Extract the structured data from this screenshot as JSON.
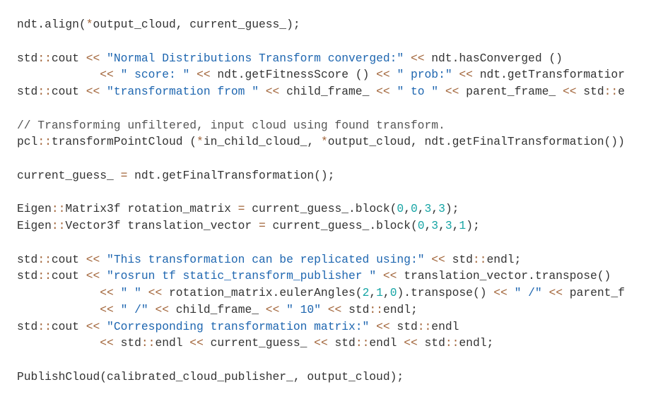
{
  "colors": {
    "background": "#ffffff",
    "plain": "#333333",
    "operator": "#a2653a",
    "string": "#1e66b0",
    "number": "#17a5a5",
    "comment": "#555555"
  },
  "code": {
    "lines": [
      [
        {
          "t": "plain",
          "v": "ndt.align("
        },
        {
          "t": "op",
          "v": "*"
        },
        {
          "t": "plain",
          "v": "output_cloud, current_guess_);"
        }
      ],
      [],
      [
        {
          "t": "plain",
          "v": "std"
        },
        {
          "t": "op",
          "v": "::"
        },
        {
          "t": "plain",
          "v": "cout "
        },
        {
          "t": "op",
          "v": "<<"
        },
        {
          "t": "plain",
          "v": " "
        },
        {
          "t": "str",
          "v": "\"Normal Distributions Transform converged:\""
        },
        {
          "t": "plain",
          "v": " "
        },
        {
          "t": "op",
          "v": "<<"
        },
        {
          "t": "plain",
          "v": " ndt.hasConverged ()"
        }
      ],
      [
        {
          "t": "plain",
          "v": "            "
        },
        {
          "t": "op",
          "v": "<<"
        },
        {
          "t": "plain",
          "v": " "
        },
        {
          "t": "str",
          "v": "\" score: \""
        },
        {
          "t": "plain",
          "v": " "
        },
        {
          "t": "op",
          "v": "<<"
        },
        {
          "t": "plain",
          "v": " ndt.getFitnessScore () "
        },
        {
          "t": "op",
          "v": "<<"
        },
        {
          "t": "plain",
          "v": " "
        },
        {
          "t": "str",
          "v": "\" prob:\""
        },
        {
          "t": "plain",
          "v": " "
        },
        {
          "t": "op",
          "v": "<<"
        },
        {
          "t": "plain",
          "v": " ndt.getTransformatior"
        }
      ],
      [
        {
          "t": "plain",
          "v": "std"
        },
        {
          "t": "op",
          "v": "::"
        },
        {
          "t": "plain",
          "v": "cout "
        },
        {
          "t": "op",
          "v": "<<"
        },
        {
          "t": "plain",
          "v": " "
        },
        {
          "t": "str",
          "v": "\"transformation from \""
        },
        {
          "t": "plain",
          "v": " "
        },
        {
          "t": "op",
          "v": "<<"
        },
        {
          "t": "plain",
          "v": " child_frame_ "
        },
        {
          "t": "op",
          "v": "<<"
        },
        {
          "t": "plain",
          "v": " "
        },
        {
          "t": "str",
          "v": "\" to \""
        },
        {
          "t": "plain",
          "v": " "
        },
        {
          "t": "op",
          "v": "<<"
        },
        {
          "t": "plain",
          "v": " parent_frame_ "
        },
        {
          "t": "op",
          "v": "<<"
        },
        {
          "t": "plain",
          "v": " std"
        },
        {
          "t": "op",
          "v": "::"
        },
        {
          "t": "plain",
          "v": "e"
        }
      ],
      [],
      [
        {
          "t": "cmt",
          "v": "// Transforming unfiltered, input cloud using found transform."
        }
      ],
      [
        {
          "t": "plain",
          "v": "pcl"
        },
        {
          "t": "op",
          "v": "::"
        },
        {
          "t": "plain",
          "v": "transformPointCloud ("
        },
        {
          "t": "op",
          "v": "*"
        },
        {
          "t": "plain",
          "v": "in_child_cloud_, "
        },
        {
          "t": "op",
          "v": "*"
        },
        {
          "t": "plain",
          "v": "output_cloud, ndt.getFinalTransformation())"
        }
      ],
      [],
      [
        {
          "t": "plain",
          "v": "current_guess_ "
        },
        {
          "t": "op",
          "v": "="
        },
        {
          "t": "plain",
          "v": " ndt.getFinalTransformation();"
        }
      ],
      [],
      [
        {
          "t": "plain",
          "v": "Eigen"
        },
        {
          "t": "op",
          "v": "::"
        },
        {
          "t": "plain",
          "v": "Matrix3f rotation_matrix "
        },
        {
          "t": "op",
          "v": "="
        },
        {
          "t": "plain",
          "v": " current_guess_.block("
        },
        {
          "t": "num",
          "v": "0"
        },
        {
          "t": "plain",
          "v": ","
        },
        {
          "t": "num",
          "v": "0"
        },
        {
          "t": "plain",
          "v": ","
        },
        {
          "t": "num",
          "v": "3"
        },
        {
          "t": "plain",
          "v": ","
        },
        {
          "t": "num",
          "v": "3"
        },
        {
          "t": "plain",
          "v": ");"
        }
      ],
      [
        {
          "t": "plain",
          "v": "Eigen"
        },
        {
          "t": "op",
          "v": "::"
        },
        {
          "t": "plain",
          "v": "Vector3f translation_vector "
        },
        {
          "t": "op",
          "v": "="
        },
        {
          "t": "plain",
          "v": " current_guess_.block("
        },
        {
          "t": "num",
          "v": "0"
        },
        {
          "t": "plain",
          "v": ","
        },
        {
          "t": "num",
          "v": "3"
        },
        {
          "t": "plain",
          "v": ","
        },
        {
          "t": "num",
          "v": "3"
        },
        {
          "t": "plain",
          "v": ","
        },
        {
          "t": "num",
          "v": "1"
        },
        {
          "t": "plain",
          "v": ");"
        }
      ],
      [],
      [
        {
          "t": "plain",
          "v": "std"
        },
        {
          "t": "op",
          "v": "::"
        },
        {
          "t": "plain",
          "v": "cout "
        },
        {
          "t": "op",
          "v": "<<"
        },
        {
          "t": "plain",
          "v": " "
        },
        {
          "t": "str",
          "v": "\"This transformation can be replicated using:\""
        },
        {
          "t": "plain",
          "v": " "
        },
        {
          "t": "op",
          "v": "<<"
        },
        {
          "t": "plain",
          "v": " std"
        },
        {
          "t": "op",
          "v": "::"
        },
        {
          "t": "plain",
          "v": "endl;"
        }
      ],
      [
        {
          "t": "plain",
          "v": "std"
        },
        {
          "t": "op",
          "v": "::"
        },
        {
          "t": "plain",
          "v": "cout "
        },
        {
          "t": "op",
          "v": "<<"
        },
        {
          "t": "plain",
          "v": " "
        },
        {
          "t": "str",
          "v": "\"rosrun tf static_transform_publisher \""
        },
        {
          "t": "plain",
          "v": " "
        },
        {
          "t": "op",
          "v": "<<"
        },
        {
          "t": "plain",
          "v": " translation_vector.transpose()"
        }
      ],
      [
        {
          "t": "plain",
          "v": "            "
        },
        {
          "t": "op",
          "v": "<<"
        },
        {
          "t": "plain",
          "v": " "
        },
        {
          "t": "str",
          "v": "\" \""
        },
        {
          "t": "plain",
          "v": " "
        },
        {
          "t": "op",
          "v": "<<"
        },
        {
          "t": "plain",
          "v": " rotation_matrix.eulerAngles("
        },
        {
          "t": "num",
          "v": "2"
        },
        {
          "t": "plain",
          "v": ","
        },
        {
          "t": "num",
          "v": "1"
        },
        {
          "t": "plain",
          "v": ","
        },
        {
          "t": "num",
          "v": "0"
        },
        {
          "t": "plain",
          "v": ").transpose() "
        },
        {
          "t": "op",
          "v": "<<"
        },
        {
          "t": "plain",
          "v": " "
        },
        {
          "t": "str",
          "v": "\" /\""
        },
        {
          "t": "plain",
          "v": " "
        },
        {
          "t": "op",
          "v": "<<"
        },
        {
          "t": "plain",
          "v": " parent_f"
        }
      ],
      [
        {
          "t": "plain",
          "v": "            "
        },
        {
          "t": "op",
          "v": "<<"
        },
        {
          "t": "plain",
          "v": " "
        },
        {
          "t": "str",
          "v": "\" /\""
        },
        {
          "t": "plain",
          "v": " "
        },
        {
          "t": "op",
          "v": "<<"
        },
        {
          "t": "plain",
          "v": " child_frame_ "
        },
        {
          "t": "op",
          "v": "<<"
        },
        {
          "t": "plain",
          "v": " "
        },
        {
          "t": "str",
          "v": "\" 10\""
        },
        {
          "t": "plain",
          "v": " "
        },
        {
          "t": "op",
          "v": "<<"
        },
        {
          "t": "plain",
          "v": " std"
        },
        {
          "t": "op",
          "v": "::"
        },
        {
          "t": "plain",
          "v": "endl;"
        }
      ],
      [
        {
          "t": "plain",
          "v": "std"
        },
        {
          "t": "op",
          "v": "::"
        },
        {
          "t": "plain",
          "v": "cout "
        },
        {
          "t": "op",
          "v": "<<"
        },
        {
          "t": "plain",
          "v": " "
        },
        {
          "t": "str",
          "v": "\"Corresponding transformation matrix:\""
        },
        {
          "t": "plain",
          "v": " "
        },
        {
          "t": "op",
          "v": "<<"
        },
        {
          "t": "plain",
          "v": " std"
        },
        {
          "t": "op",
          "v": "::"
        },
        {
          "t": "plain",
          "v": "endl"
        }
      ],
      [
        {
          "t": "plain",
          "v": "            "
        },
        {
          "t": "op",
          "v": "<<"
        },
        {
          "t": "plain",
          "v": " std"
        },
        {
          "t": "op",
          "v": "::"
        },
        {
          "t": "plain",
          "v": "endl "
        },
        {
          "t": "op",
          "v": "<<"
        },
        {
          "t": "plain",
          "v": " current_guess_ "
        },
        {
          "t": "op",
          "v": "<<"
        },
        {
          "t": "plain",
          "v": " std"
        },
        {
          "t": "op",
          "v": "::"
        },
        {
          "t": "plain",
          "v": "endl "
        },
        {
          "t": "op",
          "v": "<<"
        },
        {
          "t": "plain",
          "v": " std"
        },
        {
          "t": "op",
          "v": "::"
        },
        {
          "t": "plain",
          "v": "endl;"
        }
      ],
      [],
      [
        {
          "t": "plain",
          "v": "PublishCloud(calibrated_cloud_publisher_, output_cloud);"
        }
      ]
    ]
  }
}
